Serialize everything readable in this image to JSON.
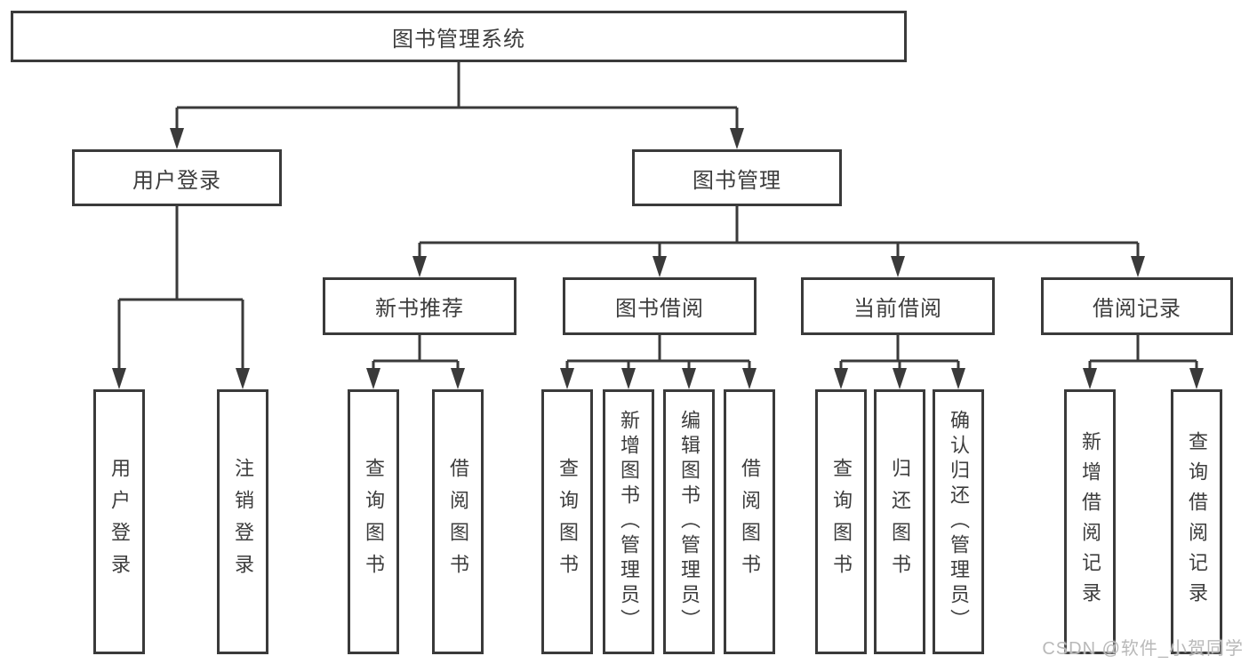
{
  "tree": {
    "root": {
      "label": "图书管理系统"
    },
    "branches": [
      {
        "label": "用户登录",
        "children": [
          {
            "label": "用户登录"
          },
          {
            "label": "注销登录"
          }
        ]
      },
      {
        "label": "图书管理",
        "groups": [
          {
            "label": "新书推荐",
            "children": [
              {
                "label": "查询图书"
              },
              {
                "label": "借阅图书"
              }
            ]
          },
          {
            "label": "图书借阅",
            "children": [
              {
                "label": "查询图书"
              },
              {
                "label": "新增图书（管理员）"
              },
              {
                "label": "编辑图书（管理员）"
              },
              {
                "label": "借阅图书"
              }
            ]
          },
          {
            "label": "当前借阅",
            "children": [
              {
                "label": "查询图书"
              },
              {
                "label": "归还图书"
              },
              {
                "label": "确认归还（管理员）"
              }
            ]
          },
          {
            "label": "借阅记录",
            "children": [
              {
                "label": "新增借阅记录"
              },
              {
                "label": "查询借阅记录"
              }
            ]
          }
        ]
      }
    ]
  },
  "watermark": {
    "text": "CSDN @软件_小贺同学"
  },
  "colors": {
    "line": "#3a3a3a",
    "border": "#3a3a3a",
    "text": "#3d3d3d",
    "watermark": "#b9b9b9",
    "background": "#ffffff"
  }
}
